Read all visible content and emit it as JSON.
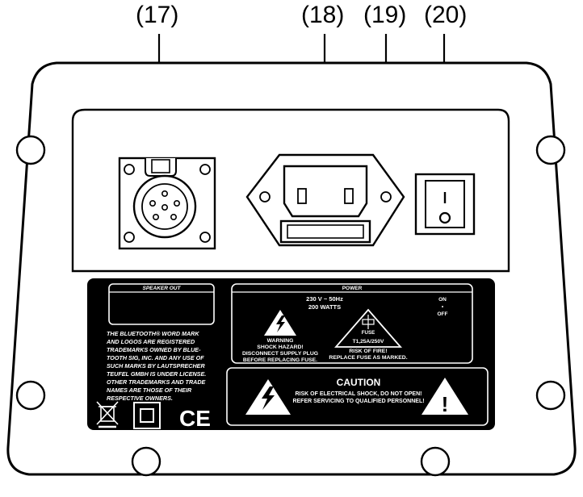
{
  "callouts": [
    "(17)",
    "(18)",
    "(19)",
    "(20)"
  ],
  "speaker_out": {
    "title": "SPEAKER OUT"
  },
  "trademark_notice": [
    "THE BLUETOOTH® WORD MARK",
    "AND LOGOS ARE REGISTERED",
    "TRADEMARKS OWNED BY BLUE-",
    "TOOTH SIG, INC. AND ANY USE OF",
    "SUCH MARKS BY LAUTSPRECHER",
    "TEUFEL GMBH IS UNDER LICENSE.",
    "OTHER TRADEMARKS AND TRADE",
    "NAMES ARE THOSE OF THEIR",
    "RESPECTIVE OWNERS."
  ],
  "ce_mark": "CE",
  "power": {
    "title": "POWER",
    "voltage": "230 V ~ 50Hz",
    "wattage": "200 WATTS",
    "switch_on": "ON",
    "switch_dot": "•",
    "switch_off": "OFF",
    "shock_warning": [
      "WARNING",
      "SHOCK HAZARD!",
      "DISCONNECT SUPPLY PLUG",
      "BEFORE REPLACING FUSE."
    ],
    "fuse_label": "FUSE",
    "fuse_rating": "T1,25A/250V",
    "fire_warning": [
      "RISK OF FIRE!",
      "REPLACE FUSE AS MARKED."
    ]
  },
  "caution": {
    "title": "CAUTION",
    "lines": [
      "RISK OF ELECTRICAL SHOCK, DO NOT OPEN!",
      "REFER SERVICING TO QUALIFIED PERSONNEL!"
    ],
    "exclamation": "!"
  },
  "switch_marks": {
    "on": "I",
    "off": "O"
  },
  "colors": {
    "ink": "#000000",
    "panel": "#ffffff",
    "plate": "#eeeeee"
  }
}
